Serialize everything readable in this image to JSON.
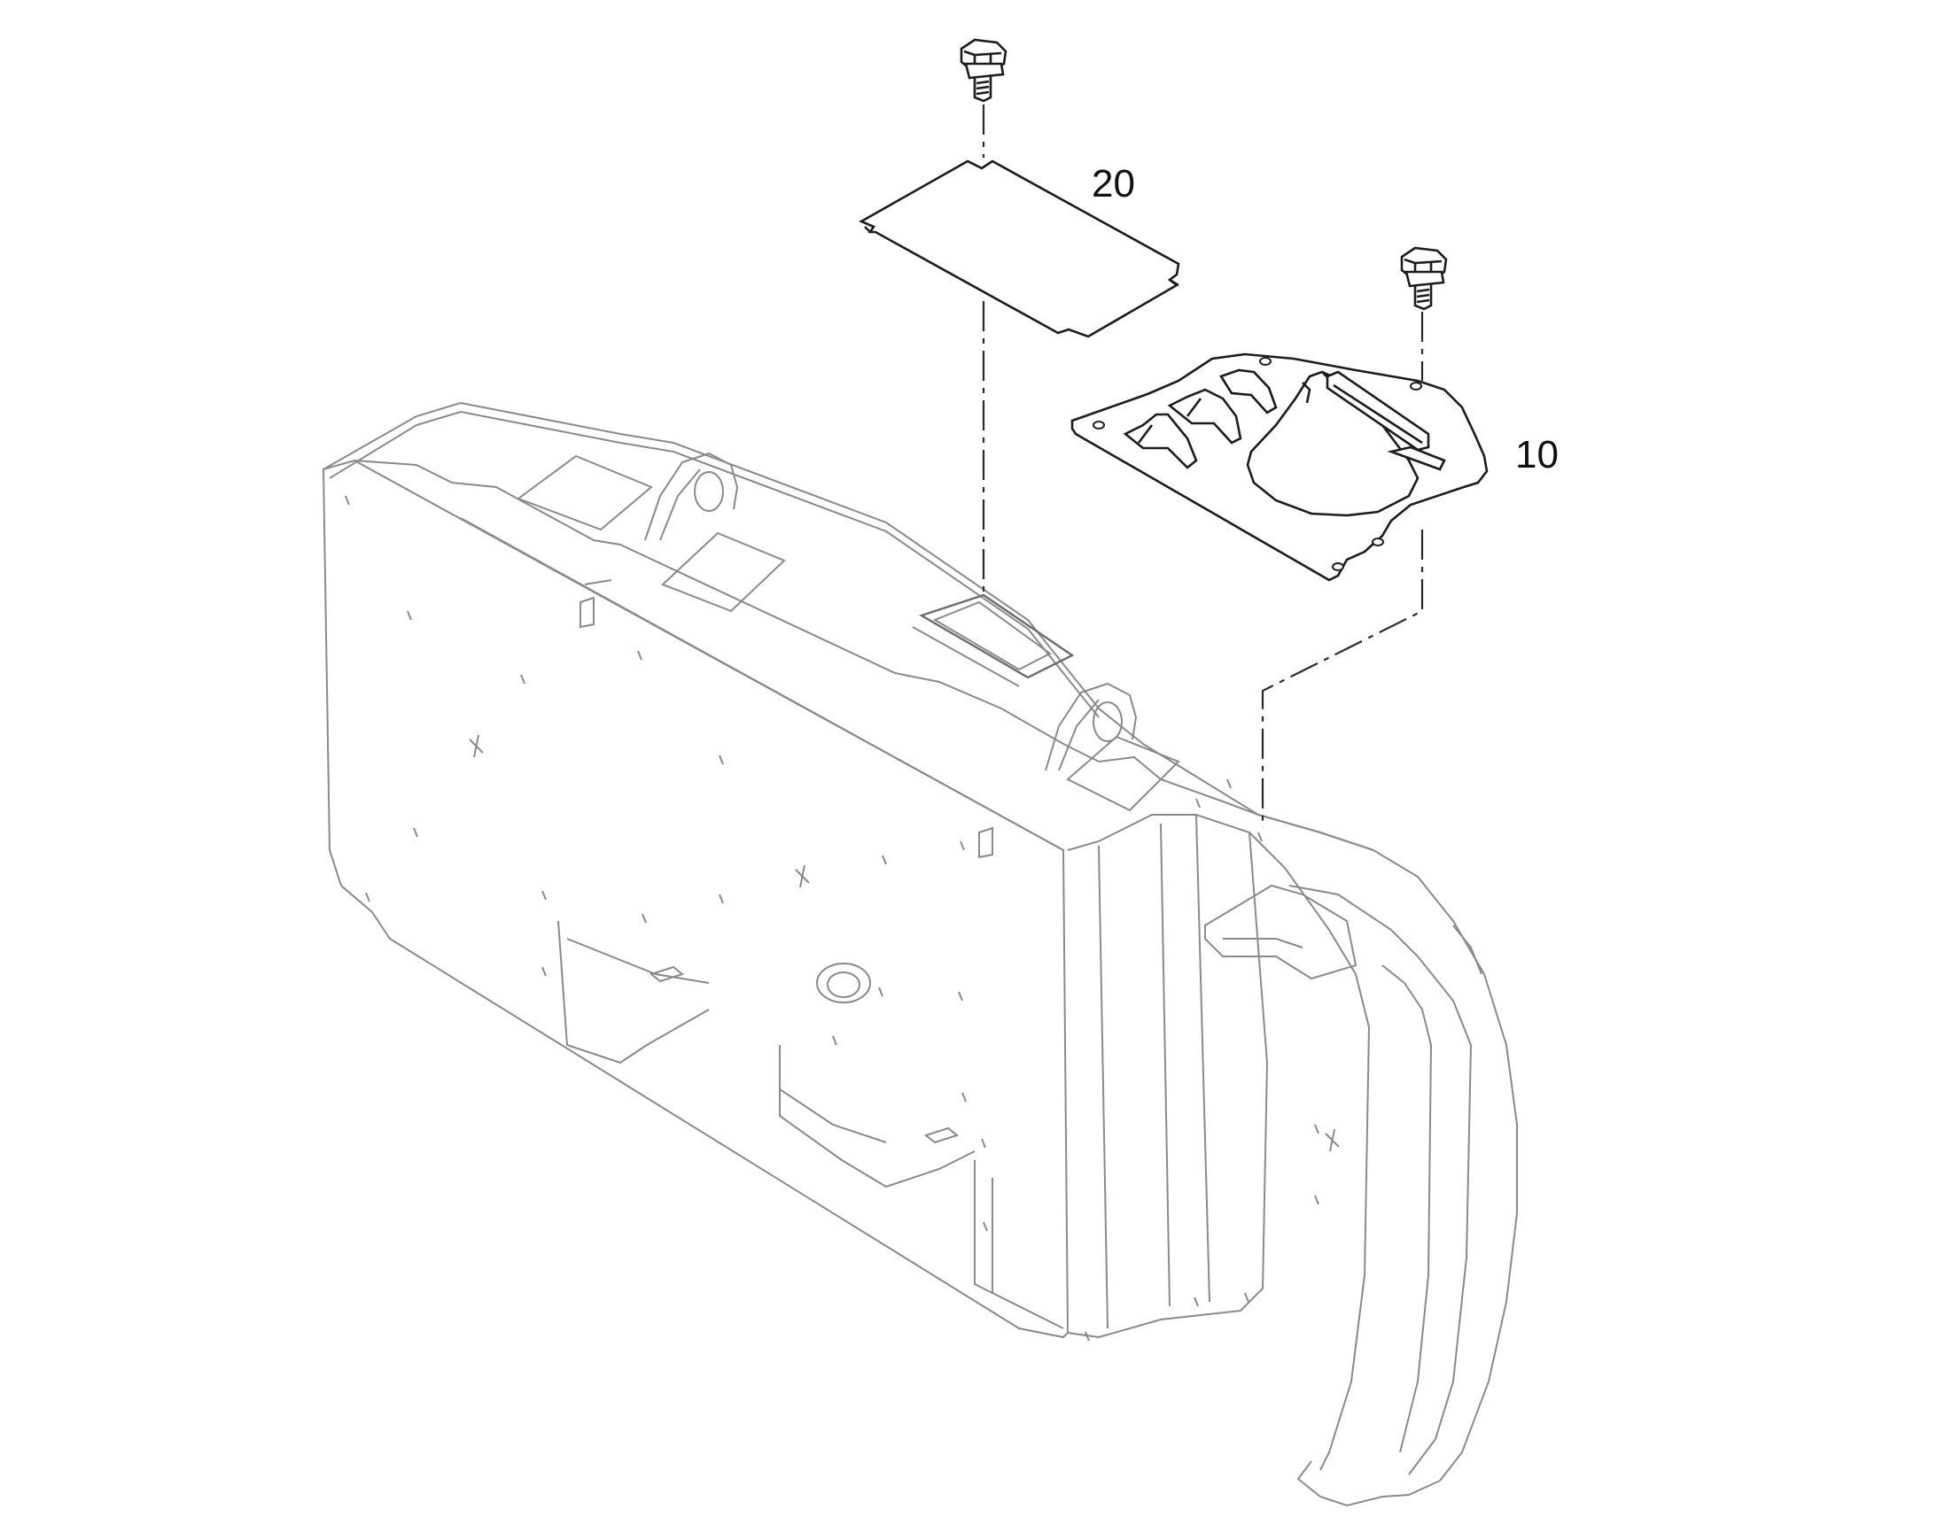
{
  "diagram": {
    "callouts": [
      {
        "id": "cover-plate",
        "label": "20"
      },
      {
        "id": "shroud-plate",
        "label": "10"
      }
    ]
  },
  "colors": {
    "background": "#ffffff",
    "part_outline": "#1c1c1c",
    "housing_outline": "#8a8a8a"
  }
}
